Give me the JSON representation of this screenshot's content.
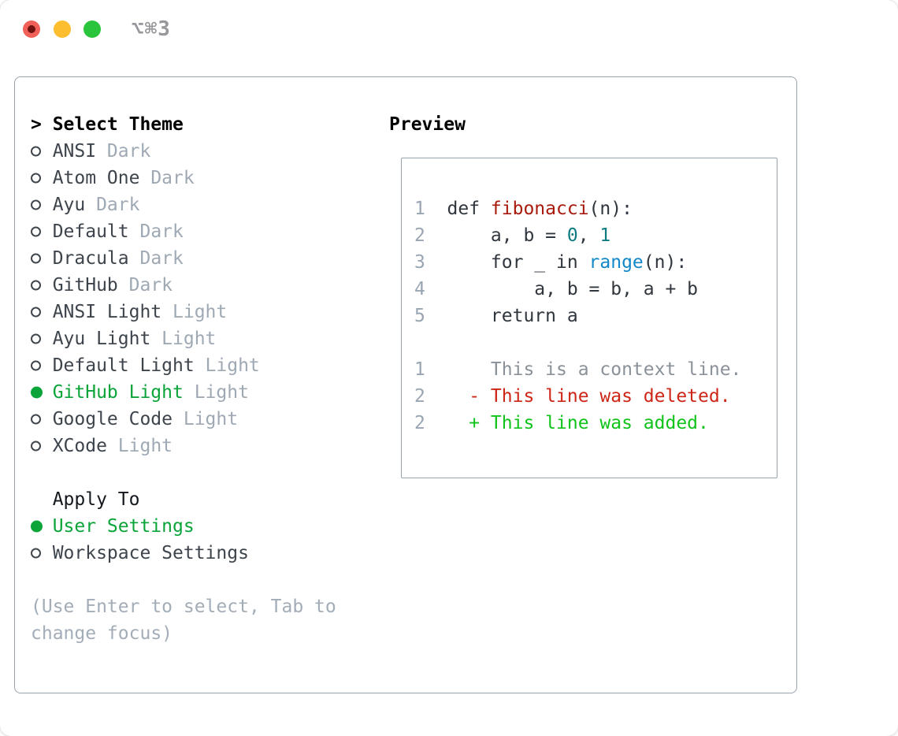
{
  "window": {
    "title": "⌥⌘3"
  },
  "colors": {
    "border_gray": "#9aa3ad",
    "accent_green": "#0ba439",
    "added_green": "#10c31a",
    "deleted_red": "#cd2617",
    "function_red": "#a81a0d",
    "builtin_blue": "#1287c9",
    "number_teal": "#0e7b80",
    "traffic_red": "#f2605a",
    "traffic_yellow": "#fcbd2e",
    "traffic_green": "#2bc53d"
  },
  "theme_picker": {
    "header_prefix": ">",
    "header": "Select Theme",
    "themes": [
      {
        "name": "ANSI",
        "variant": "Dark",
        "selected": false
      },
      {
        "name": "Atom One",
        "variant": "Dark",
        "selected": false
      },
      {
        "name": "Ayu",
        "variant": "Dark",
        "selected": false
      },
      {
        "name": "Default",
        "variant": "Dark",
        "selected": false
      },
      {
        "name": "Dracula",
        "variant": "Dark",
        "selected": false
      },
      {
        "name": "GitHub",
        "variant": "Dark",
        "selected": false
      },
      {
        "name": "ANSI Light",
        "variant": "Light",
        "selected": false
      },
      {
        "name": "Ayu Light",
        "variant": "Light",
        "selected": false
      },
      {
        "name": "Default Light",
        "variant": "Light",
        "selected": false
      },
      {
        "name": "GitHub Light",
        "variant": "Light",
        "selected": true
      },
      {
        "name": "Google Code",
        "variant": "Light",
        "selected": false
      },
      {
        "name": "XCode",
        "variant": "Light",
        "selected": false
      }
    ]
  },
  "apply_to": {
    "header": "Apply To",
    "options": [
      {
        "label": "User Settings",
        "selected": true
      },
      {
        "label": "Workspace Settings",
        "selected": false
      }
    ]
  },
  "hint": {
    "line1": "(Use Enter to select, Tab to",
    "line2": "change focus)"
  },
  "preview": {
    "header": "Preview",
    "lines": [
      {
        "num": "1",
        "tokens": [
          "def ",
          "fibonacci",
          "(n):"
        ]
      },
      {
        "num": "2",
        "tokens": [
          "    a, b = ",
          "0",
          ", ",
          "1"
        ]
      },
      {
        "num": "3",
        "tokens": [
          "    for _ in ",
          "range",
          "(n):"
        ]
      },
      {
        "num": "4",
        "tokens": [
          "        a, b = b, a + b"
        ]
      },
      {
        "num": "5",
        "tokens": [
          "    return a"
        ]
      },
      {
        "num": "",
        "tokens": [
          ""
        ]
      },
      {
        "num": "1",
        "tokens": [
          "    This is a context line."
        ]
      },
      {
        "num": "2",
        "tokens": [
          "  - This line was deleted."
        ]
      },
      {
        "num": "2",
        "tokens": [
          "  + This line was added."
        ]
      }
    ]
  }
}
